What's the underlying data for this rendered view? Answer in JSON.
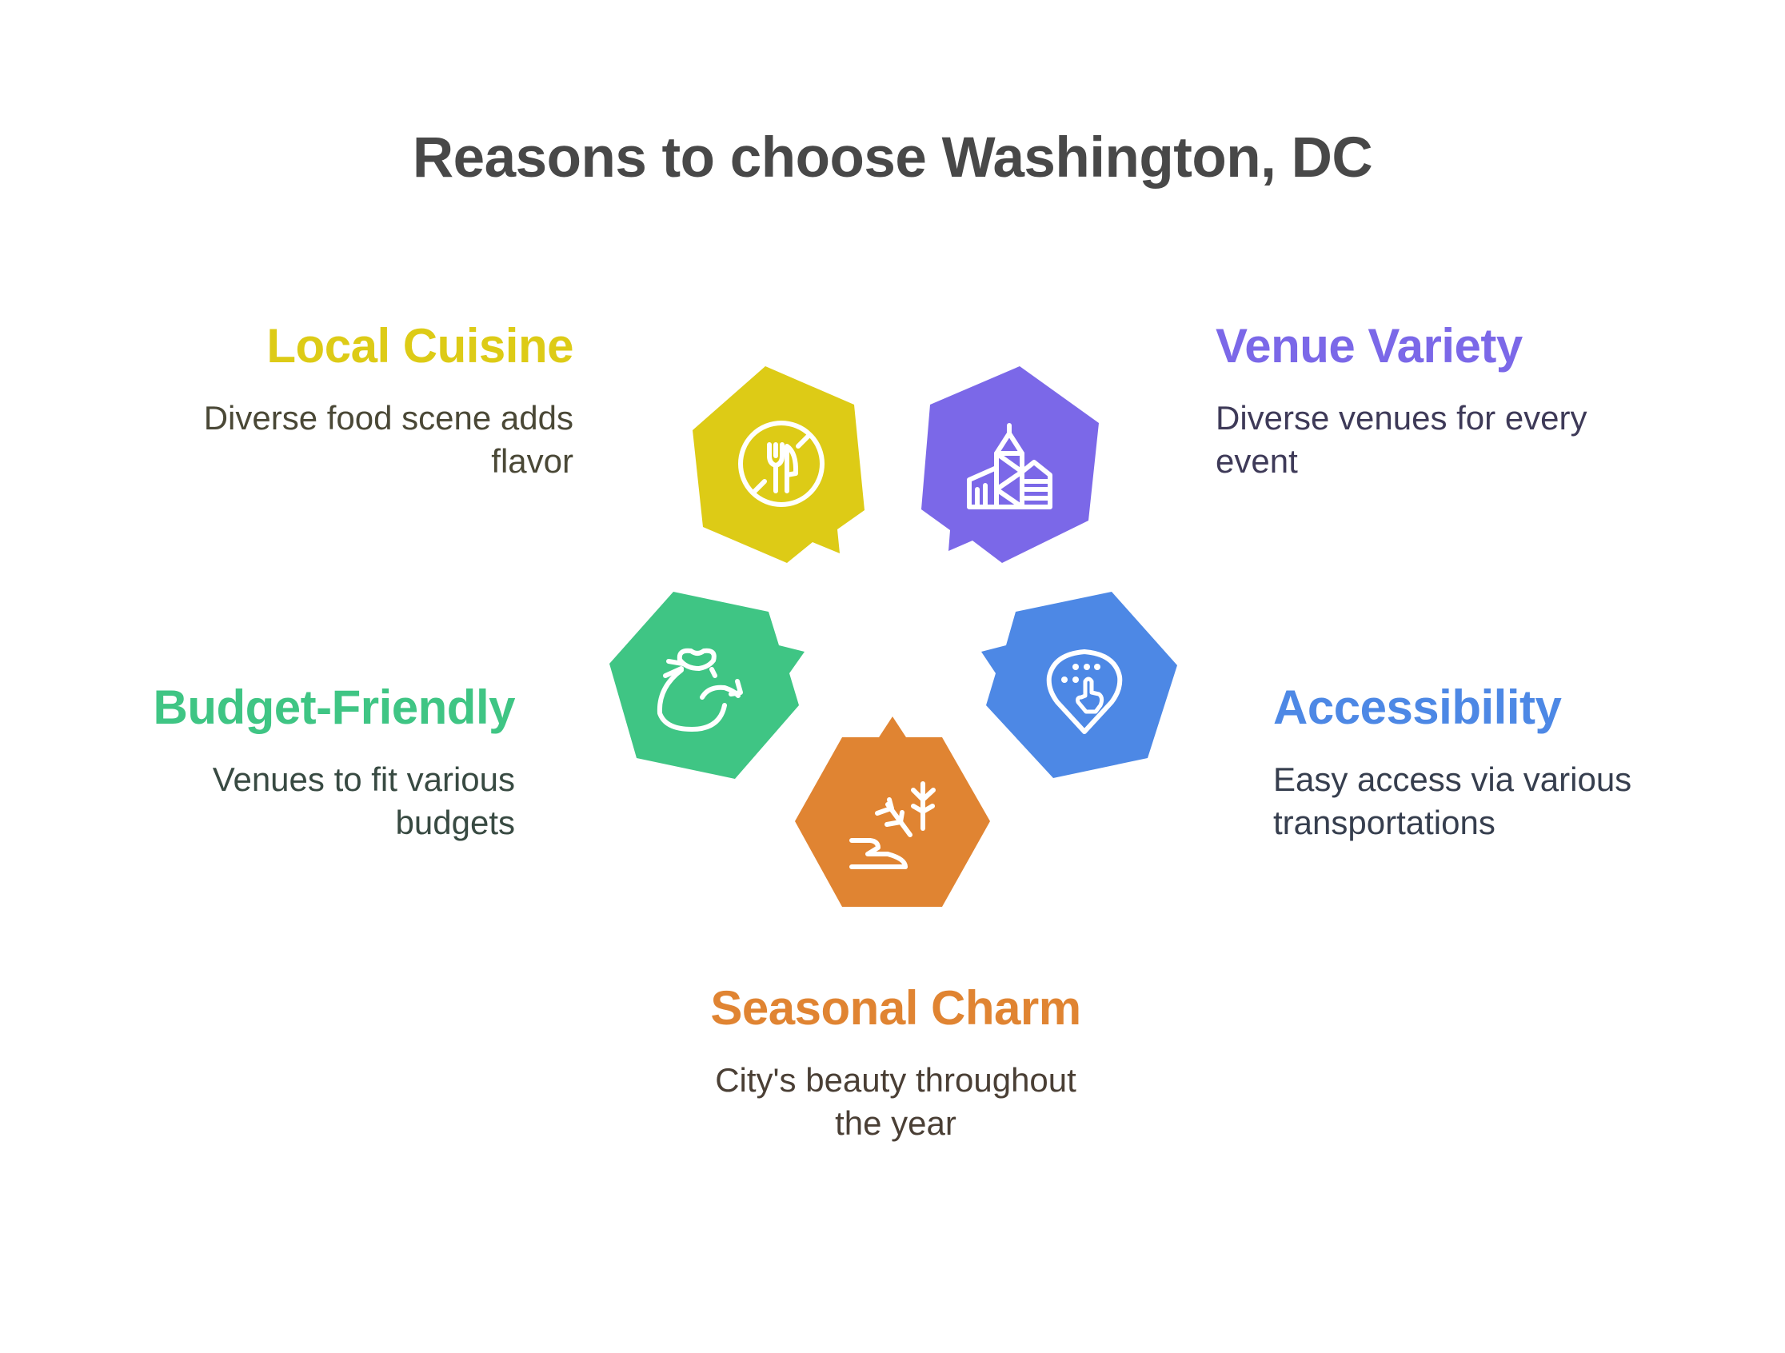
{
  "page": {
    "title": "Reasons to choose Washington, DC"
  },
  "colors": {
    "title": "#484848",
    "local_cuisine": "#DDCB16",
    "venue_variety": "#7B68E8",
    "budget_friendly": "#3FC584",
    "accessibility": "#4D88E5",
    "seasonal_charm": "#E08432"
  },
  "items": [
    {
      "id": "local-cuisine",
      "title": "Local Cuisine",
      "description": "Diverse food scene adds flavor",
      "icon": "no-fork-knife-icon",
      "color": "#DDCB16",
      "text_color": "#4A4836"
    },
    {
      "id": "venue-variety",
      "title": "Venue Variety",
      "description": "Diverse venues for every event",
      "icon": "city-buildings-icon",
      "color": "#7B68E8",
      "text_color": "#3E3A58"
    },
    {
      "id": "budget-friendly",
      "title": "Budget-Friendly",
      "description": "Venues to fit various budgets",
      "icon": "money-bag-arrow-icon",
      "color": "#3FC584",
      "text_color": "#384A42"
    },
    {
      "id": "accessibility",
      "title": "Accessibility",
      "description": "Easy access via various transportations",
      "icon": "location-pin-touch-icon",
      "color": "#4D88E5",
      "text_color": "#363E4E"
    },
    {
      "id": "seasonal-charm",
      "title": "Seasonal Charm",
      "description": "City's beauty throughout the year",
      "icon": "seasonal-plants-icon",
      "color": "#E08432",
      "text_color": "#4A3F35"
    }
  ]
}
